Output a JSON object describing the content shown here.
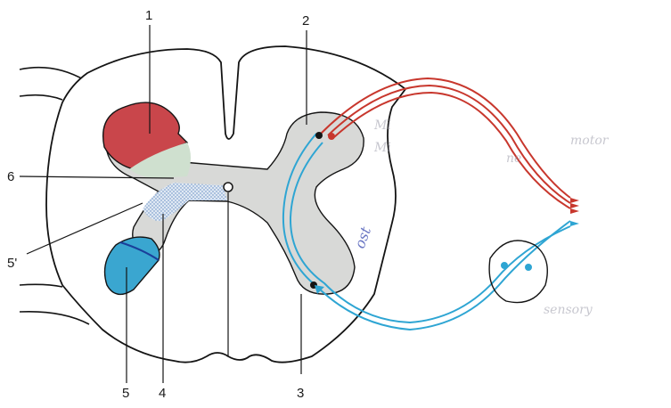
{
  "figure": {
    "labels": {
      "l1": "1",
      "l2": "2",
      "l3": "3",
      "l4": "4",
      "l5": "5",
      "l5p": "5'",
      "l6": "6"
    },
    "annotations": {
      "a_mi": "Mi",
      "a_mi2": "Mi",
      "a_ost": "ost",
      "a_ne": "ne",
      "a_motor": "motor",
      "a_sensory": "sensory"
    },
    "colors": {
      "outline": "#141414",
      "gray_matter": "#d8d9d7",
      "red_region": "#c9464b",
      "green_region": "#cfe0cf",
      "hatched_region": "#b7c9e3",
      "blue_region": "#3aa6d0",
      "efferent_red": "#c8372d",
      "afferent_blue": "#2ea5d3",
      "annotation_ink": "#3a4ab0"
    },
    "icons": [
      "neuron-soma-icon",
      "arrowhead-icon"
    ]
  }
}
